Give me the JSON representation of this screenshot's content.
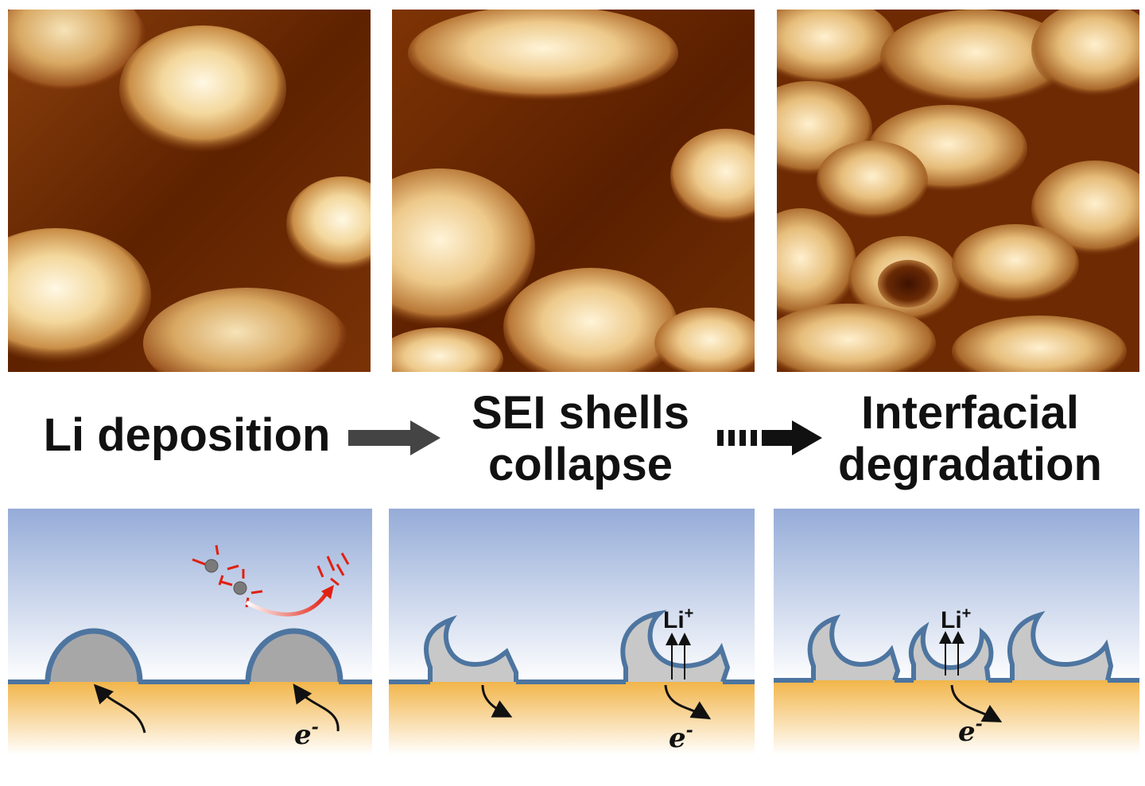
{
  "stages": [
    {
      "label": "Li deposition"
    },
    {
      "label_line1": "SEI shells",
      "label_line2": "collapse"
    },
    {
      "label_line1": "Interfacial",
      "label_line2": "degradation"
    }
  ],
  "symbols": {
    "electron_base": "e",
    "electron_sup": "-",
    "lithium_ion_base": "Li",
    "lithium_ion_sup": "+"
  },
  "colors": {
    "afm_dark": "#6b2a00",
    "afm_light": "#fff6dc",
    "electrolyte_top": "#95acd8",
    "electrode": "#f2b54a",
    "sei_shell": "#4d75a0",
    "lithium": "#a8a7a8",
    "arrow_gray": "#444444",
    "solvent_red": "#e02010"
  }
}
